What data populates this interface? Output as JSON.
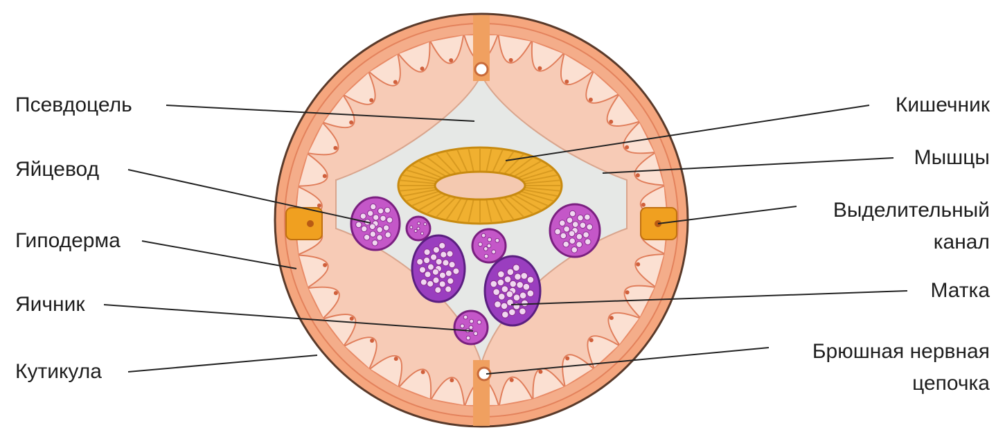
{
  "labels_left": [
    "Псевдоцель",
    "Яйцевод",
    "Гиподерма",
    "Яичник",
    "Кутикула"
  ],
  "labels_right": [
    "Кишечник",
    "Мышцы",
    "Выделительный\nканал",
    "Матка",
    "Брюшная нервная\nцепочка"
  ],
  "colors": {
    "cuticle": "#e88a5e",
    "hypodermis": "#f2b79a",
    "muscle": "#f6cbb8",
    "pseudocoel": "#e6e8e6",
    "intestine": "#f0b030",
    "ovary": "#a33aa8",
    "uterus": "#8f3fb0",
    "excretory_canal": "#f0a020"
  }
}
